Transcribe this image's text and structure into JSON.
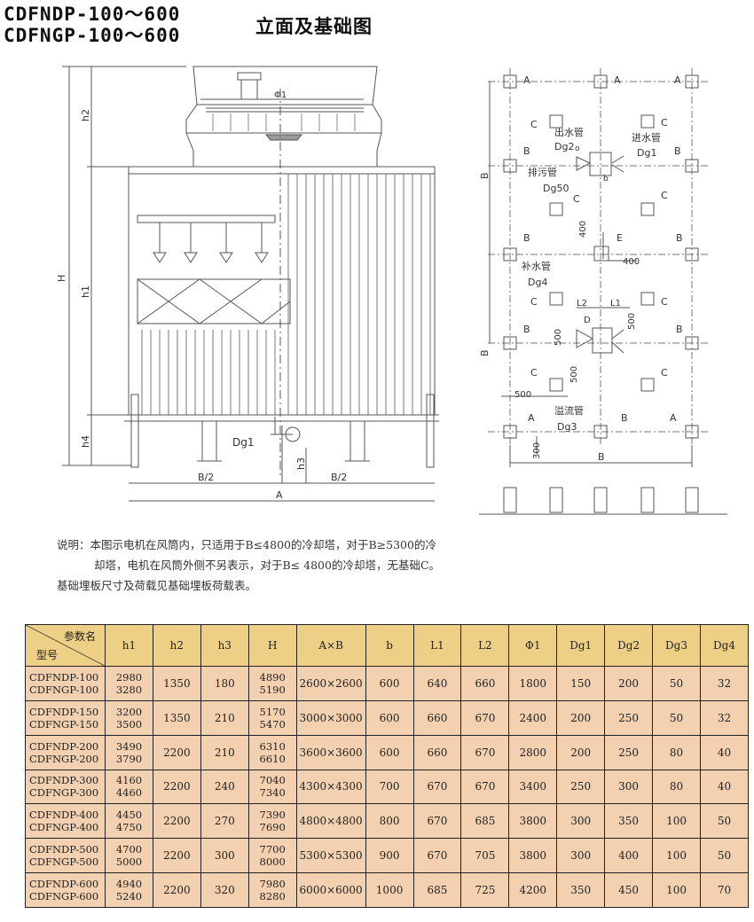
{
  "header": {
    "model_line_1": "CDFNDP-100～600",
    "model_line_2": "CDFNGP-100～600",
    "title_cn": "立面及基础图"
  },
  "elevation": {
    "labels": {
      "phi1": "Φ1",
      "h2": "h2",
      "H": "H",
      "h1": "h1",
      "h4": "h4",
      "h3": "h3",
      "dg1": "Dg1",
      "b_half_left": "B/2",
      "b_half_right": "B/2",
      "a": "A"
    }
  },
  "foundation_plan": {
    "labels": {
      "a": "A",
      "b": "B",
      "c": "C",
      "e": "E",
      "outlet": "出水管",
      "dg2": "Dg2",
      "inlet": "进水管",
      "dg1": "Dg1",
      "drain": "排污管",
      "dg50": "Dg50",
      "b_small": "b",
      "makeup": "补水管",
      "dg4": "Dg4",
      "overflow": "溢流管",
      "dg3": "Dg3",
      "d400_v": "400",
      "d400_h": "400",
      "d500_a": "500",
      "d500_b": "500",
      "d500_c": "500",
      "d500_d": "500",
      "d300": "300",
      "l1": "L1",
      "l2": "L2",
      "d": "D",
      "o": "o"
    }
  },
  "note": {
    "line_1": "说明：本图示电机在风筒内，只适用于B≤4800的冷却塔，对于B≥5300的冷",
    "line_2": "却塔，电机在风筒外侧不另表示，对于B≤ 4800的冷却塔，无基础C。",
    "line_3": "基础埋板尺寸及荷载见基础埋板荷载表。"
  },
  "table": {
    "corner_top": "参数名",
    "corner_bottom": "型号",
    "headers": [
      "h1",
      "h2",
      "h3",
      "H",
      "A×B",
      "b",
      "L1",
      "L2",
      "Φ1",
      "Dg1",
      "Dg2",
      "Dg3",
      "Dg4"
    ],
    "rows": [
      {
        "model_a": "CDFNDP-100",
        "model_b": "CDFNGP-100",
        "h1_a": "2980",
        "h1_b": "3280",
        "h2": "1350",
        "h3": "180",
        "H_a": "4890",
        "H_b": "5190",
        "axb": "2600×2600",
        "b": "600",
        "l1": "640",
        "l2": "660",
        "phi1": "1800",
        "dg1": "150",
        "dg2": "200",
        "dg3": "50",
        "dg4": "32"
      },
      {
        "model_a": "CDFNDP-150",
        "model_b": "CDFNGP-150",
        "h1_a": "3200",
        "h1_b": "3500",
        "h2": "1350",
        "h3": "210",
        "H_a": "5170",
        "H_b": "5470",
        "axb": "3000×3000",
        "b": "600",
        "l1": "660",
        "l2": "670",
        "phi1": "2400",
        "dg1": "200",
        "dg2": "250",
        "dg3": "50",
        "dg4": "32"
      },
      {
        "model_a": "CDFNDP-200",
        "model_b": "CDFNGP-200",
        "h1_a": "3490",
        "h1_b": "3790",
        "h2": "2200",
        "h3": "210",
        "H_a": "6310",
        "H_b": "6610",
        "axb": "3600×3600",
        "b": "600",
        "l1": "660",
        "l2": "670",
        "phi1": "2800",
        "dg1": "200",
        "dg2": "250",
        "dg3": "80",
        "dg4": "40"
      },
      {
        "model_a": "CDFNDP-300",
        "model_b": "CDFNGP-300",
        "h1_a": "4160",
        "h1_b": "4460",
        "h2": "2200",
        "h3": "240",
        "H_a": "7040",
        "H_b": "7340",
        "axb": "4300×4300",
        "b": "700",
        "l1": "670",
        "l2": "670",
        "phi1": "3400",
        "dg1": "250",
        "dg2": "300",
        "dg3": "80",
        "dg4": "40"
      },
      {
        "model_a": "CDFNDP-400",
        "model_b": "CDFNGP-400",
        "h1_a": "4450",
        "h1_b": "4750",
        "h2": "2200",
        "h3": "270",
        "H_a": "7390",
        "H_b": "7690",
        "axb": "4800×4800",
        "b": "800",
        "l1": "670",
        "l2": "685",
        "phi1": "3800",
        "dg1": "300",
        "dg2": "350",
        "dg3": "100",
        "dg4": "50"
      },
      {
        "model_a": "CDFNDP-500",
        "model_b": "CDFNGP-500",
        "h1_a": "4700",
        "h1_b": "5000",
        "h2": "2200",
        "h3": "300",
        "H_a": "7700",
        "H_b": "8000",
        "axb": "5300×5300",
        "b": "900",
        "l1": "670",
        "l2": "705",
        "phi1": "3800",
        "dg1": "300",
        "dg2": "400",
        "dg3": "100",
        "dg4": "50"
      },
      {
        "model_a": "CDFNDP-600",
        "model_b": "CDFNGP-600",
        "h1_a": "4940",
        "h1_b": "5240",
        "h2": "2200",
        "h3": "320",
        "H_a": "7980",
        "H_b": "8280",
        "axb": "6000×6000",
        "b": "1000",
        "l1": "685",
        "l2": "725",
        "phi1": "4200",
        "dg1": "350",
        "dg2": "450",
        "dg3": "100",
        "dg4": "70"
      }
    ]
  }
}
